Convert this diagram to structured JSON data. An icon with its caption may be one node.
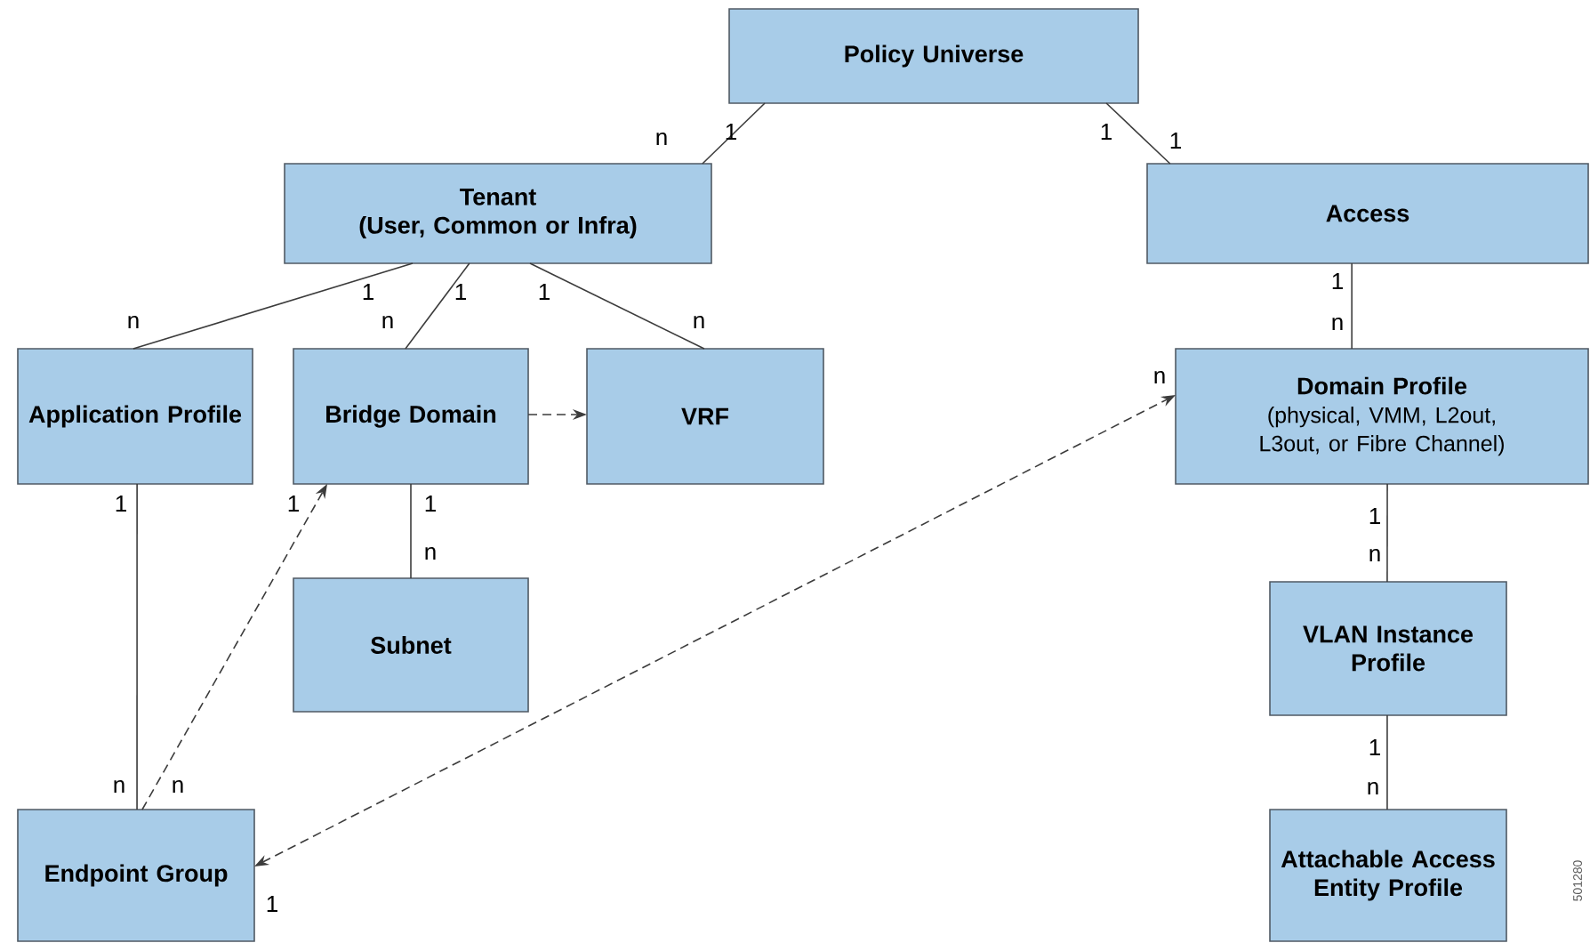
{
  "diagram": {
    "nodes": [
      {
        "text": [
          "Policy Universe"
        ]
      },
      {
        "text": [
          "Tenant",
          "(User, Common or Infra)"
        ]
      },
      {
        "text": [
          "Access"
        ]
      },
      {
        "text": [
          "Application Profile"
        ]
      },
      {
        "text": [
          "Bridge Domain"
        ]
      },
      {
        "text": [
          "VRF"
        ]
      },
      {
        "text": [
          "Domain Profile",
          "(physical, VMM, L2out, L3out, or Fibre Channel)"
        ]
      },
      {
        "text": [
          "Subnet"
        ]
      },
      {
        "text": [
          "VLAN Instance Profile"
        ]
      },
      {
        "text": [
          "Endpoint Group"
        ]
      },
      {
        "text": [
          "Attachable Access Entity Profile"
        ]
      }
    ],
    "edges": [
      {
        "from": 0,
        "to": 1,
        "arrow": "none"
      },
      {
        "from": 0,
        "to": 2,
        "arrow": "none"
      },
      {
        "from": 1,
        "to": 3,
        "arrow": "none"
      },
      {
        "from": 1,
        "to": 4,
        "arrow": "none"
      },
      {
        "from": 1,
        "to": 5,
        "arrow": "none"
      },
      {
        "from": 2,
        "to": 6,
        "arrow": "none"
      },
      {
        "from": 4,
        "to": 5,
        "arrow": "to",
        "style": "dashed"
      },
      {
        "from": 4,
        "to": 7,
        "arrow": "none"
      },
      {
        "from": 3,
        "to": 9,
        "arrow": "none"
      },
      {
        "from": 9,
        "to": 4,
        "arrow": "to",
        "style": "dashed"
      },
      {
        "from": 9,
        "to": 6,
        "arrow": "both",
        "style": "dashed"
      },
      {
        "from": 6,
        "to": 8,
        "arrow": "none"
      },
      {
        "from": 8,
        "to": 10,
        "arrow": "none"
      }
    ],
    "labels": [
      "n",
      "1",
      "1",
      "1",
      "1",
      "1",
      "1",
      "1",
      "n",
      "n",
      "n",
      "n",
      "n",
      "1",
      "1",
      "1",
      "1",
      "n",
      "n",
      "1",
      "n",
      "n",
      "n",
      "1",
      "501280"
    ]
  }
}
